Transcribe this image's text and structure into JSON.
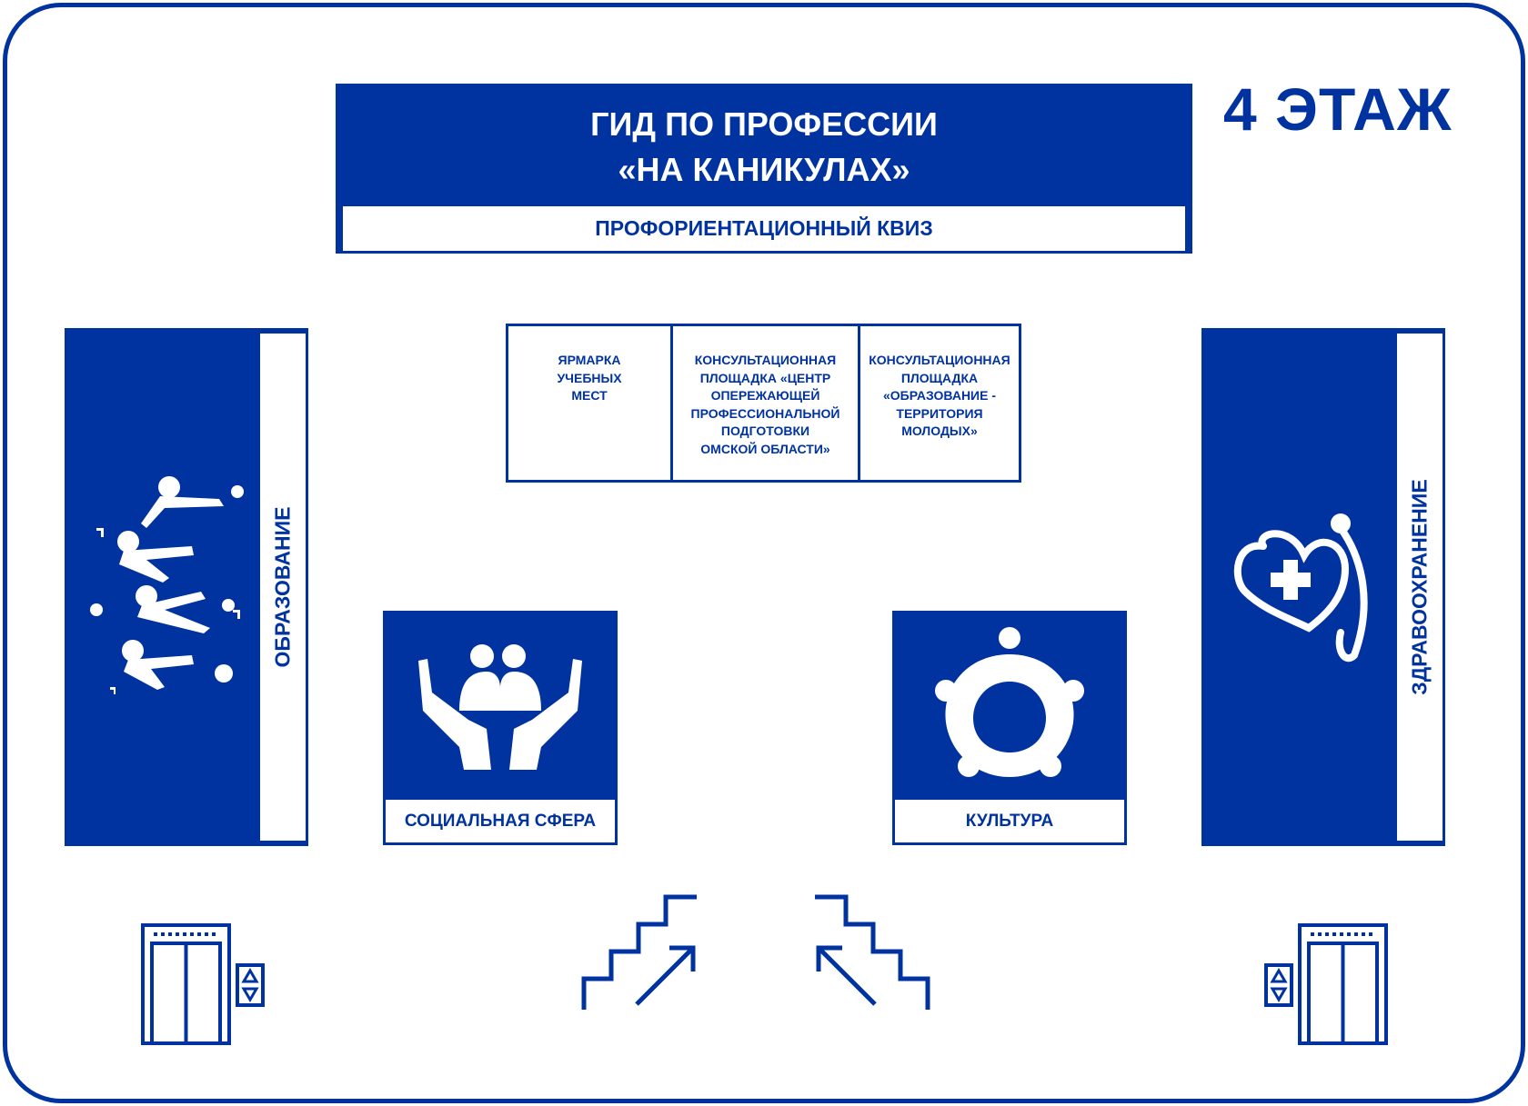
{
  "header": {
    "title_line1": "ГИД ПО ПРОФЕССИИ",
    "title_line2": "«НА КАНИКУЛАХ»",
    "subtitle": "ПРОФОРИЕНТАЦИОННЫЙ КВИЗ"
  },
  "floor": "4 ЭТАЖ",
  "zones": {
    "left": "ОБРАЗОВАНИЕ",
    "right": "ЗДРАВООХРАНЕНИЕ",
    "social": "СОЦИАЛЬНАЯ СФЕРА",
    "culture": "КУЛЬТУРА"
  },
  "booths": [
    {
      "lines": [
        "ЯРМАРКА",
        "УЧЕБНЫХ",
        "МЕСТ"
      ]
    },
    {
      "lines": [
        "КОНСУЛЬТАЦИОННАЯ",
        "ПЛОЩАДКА «ЦЕНТР",
        "ОПЕРЕЖАЮЩЕЙ",
        "ПРОФЕССИОНАЛЬНОЙ",
        "ПОДГОТОВКИ",
        "ОМСКОЙ ОБЛАСТИ»"
      ]
    },
    {
      "lines": [
        "КОНСУЛЬТАЦИОННАЯ",
        "ПЛОЩАДКА",
        "«ОБРАЗОВАНИЕ -",
        "ТЕРРИТОРИЯ",
        "МОЛОДЫХ»"
      ]
    }
  ],
  "colors": {
    "brand": "#0033a0",
    "background": "#ffffff"
  }
}
